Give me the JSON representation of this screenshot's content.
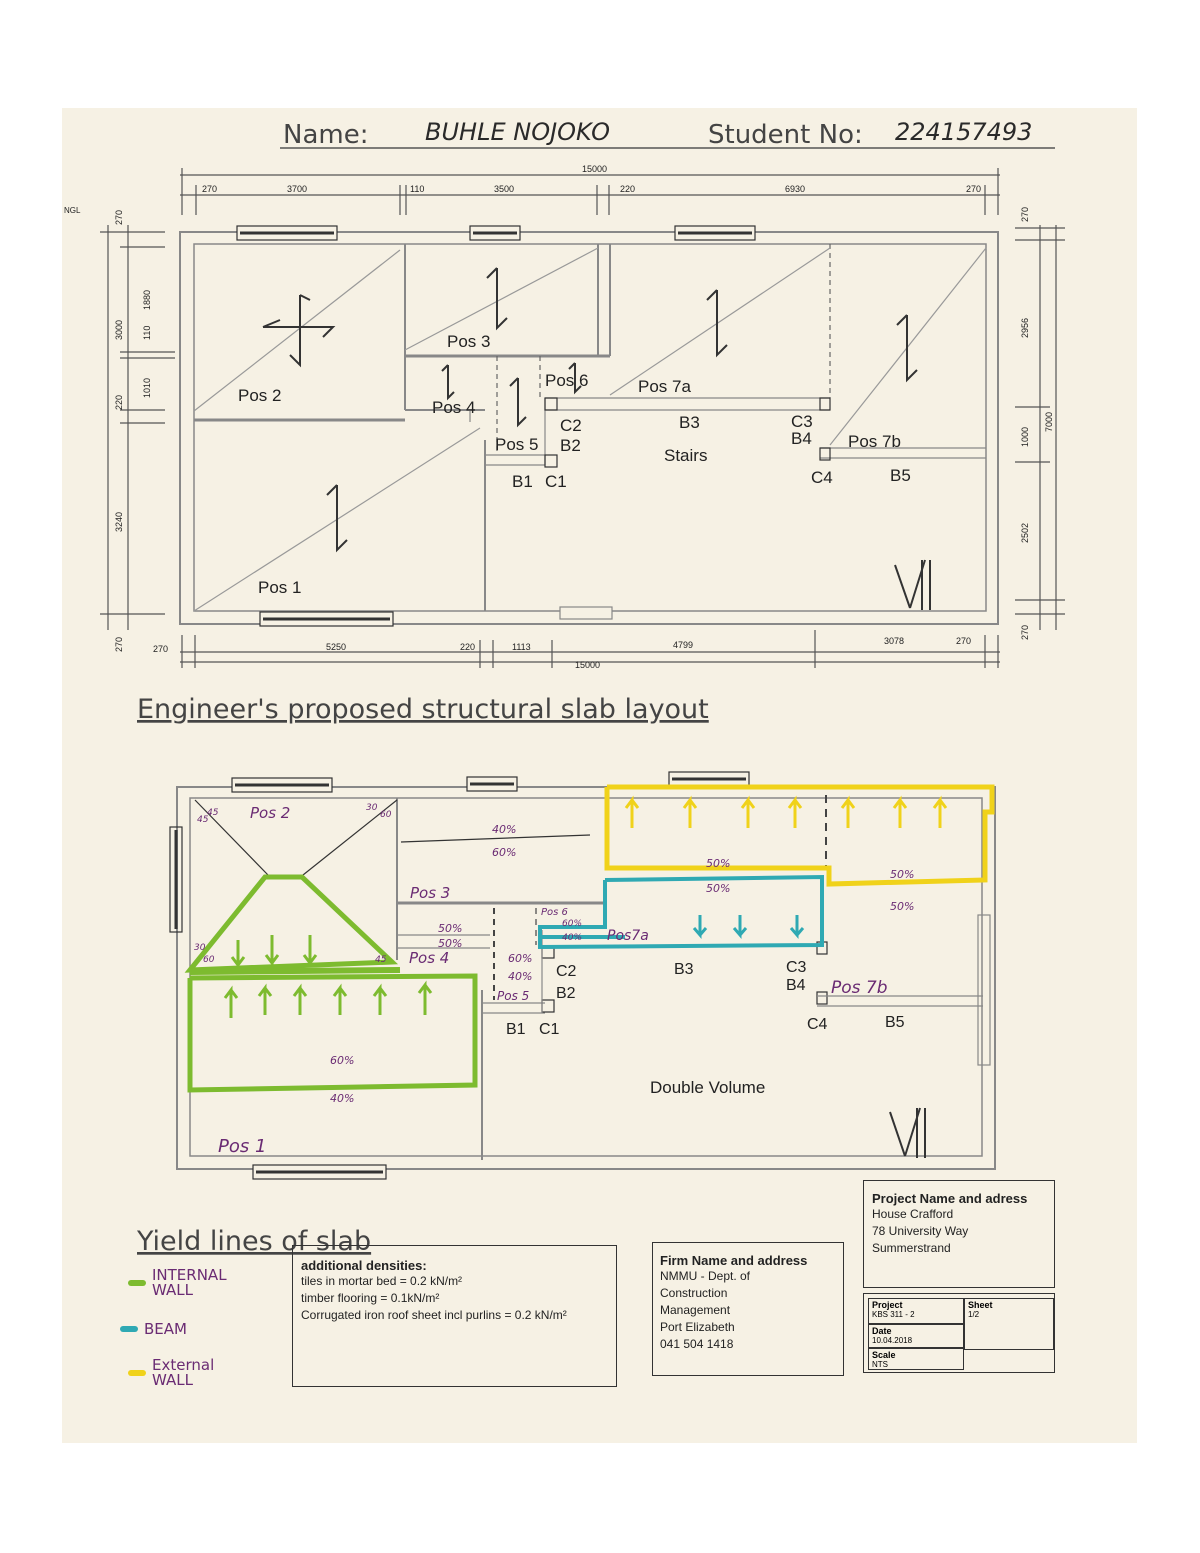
{
  "header": {
    "name_label": "Name:",
    "name_value": "BUHLE NOJOKO",
    "student_label": "Student No:",
    "student_value": "224157493"
  },
  "top_plan": {
    "caption": "Engineer's proposed structural slab layout",
    "dims_top": {
      "overall": "15000",
      "segments": [
        "270",
        "3700",
        "110",
        "3500",
        "220",
        "6930",
        "270"
      ]
    },
    "dims_bottom": {
      "overall": "15000",
      "segments": [
        "270",
        "5250",
        "220",
        "1113",
        "4799",
        "3078",
        "270"
      ]
    },
    "dims_left": [
      "270",
      "1880",
      "110",
      "3000",
      "1010",
      "220",
      "3240",
      "270"
    ],
    "dims_right": [
      "270",
      "2956",
      "1000",
      "7000",
      "2502",
      "270"
    ],
    "ngl": "NGL",
    "labels": {
      "pos1": "Pos 1",
      "pos2": "Pos 2",
      "pos3": "Pos 3",
      "pos4": "Pos 4",
      "pos5": "Pos 5",
      "pos6": "Pos 6",
      "pos7a": "Pos 7a",
      "pos7b": "Pos 7b",
      "stairs": "Stairs",
      "b1": "B1",
      "c1": "C1",
      "c2": "C2",
      "b2": "B2",
      "b3": "B3",
      "c3": "C3",
      "b4": "B4",
      "c4": "C4",
      "b5": "B5"
    }
  },
  "bottom_plan": {
    "caption": "Yield lines of slab",
    "labels": {
      "pos1": "Pos 1",
      "pos2": "Pos 2",
      "pos3": "Pos 3",
      "pos4": "Pos 4",
      "pos5": "Pos 5",
      "pos6": "Pos 6",
      "pos7a": "Pos7a",
      "pos7b": "Pos 7b",
      "double_volume": "Double Volume",
      "b1": "B1",
      "c1": "C1",
      "c2": "C2",
      "b2": "B2",
      "b3": "B3",
      "c3": "C3",
      "b4": "B4",
      "c4": "C4",
      "b5": "B5"
    },
    "percents": {
      "pos3_top": "40%",
      "pos3_bot": "60%",
      "pos4_top": "50%",
      "pos4_bot": "50%",
      "pos5_top": "60%",
      "pos5_bot": "40%",
      "pos6_top": "60%",
      "pos6_bot": "40%",
      "pos7a_top": "50%",
      "pos7a_bot": "50%",
      "pos7b_top": "50%",
      "pos7b_bot": "50%",
      "pos1_top": "60%",
      "pos1_bot": "40%"
    },
    "angles": {
      "a45_1": "45",
      "a45_2": "45",
      "a30": "30",
      "a60_1": "60",
      "a30_2": "30",
      "a60_2": "60",
      "a45_3": "45"
    }
  },
  "legend": [
    {
      "label": "INTERNAL WALL",
      "color": "#7dbb2f"
    },
    {
      "label": "BEAM",
      "color": "#2fa9b3"
    },
    {
      "label": "External WALL",
      "color": "#f0d21a"
    }
  ],
  "densities": {
    "title": "additional densities:",
    "lines": [
      "tiles in mortar bed = 0.2 kN/m²",
      "timber flooring = 0.1kN/m²",
      "Corrugated iron roof sheet incl purlins = 0.2 kN/m²"
    ]
  },
  "firm": {
    "title": "Firm Name and address",
    "lines": [
      "NMMU - Dept. of",
      "Construction",
      "Management",
      "Port Elizabeth",
      "041 504 1418"
    ]
  },
  "project": {
    "title": "Project Name and adress",
    "lines": [
      "House Crafford",
      "78 University Way",
      "Summerstrand"
    ]
  },
  "title_block": {
    "project_label": "Project",
    "project_value": "KBS 311 - 2",
    "sheet_label": "Sheet",
    "sheet_value": "1/2",
    "date_label": "Date",
    "date_value": "10.04.2018",
    "scale_label": "Scale",
    "scale_value": "NTS"
  },
  "colors": {
    "internal_wall": "#7dbb2f",
    "beam": "#2fa9b3",
    "external_wall": "#f0d21a",
    "handwriting": "#6a2b73"
  }
}
